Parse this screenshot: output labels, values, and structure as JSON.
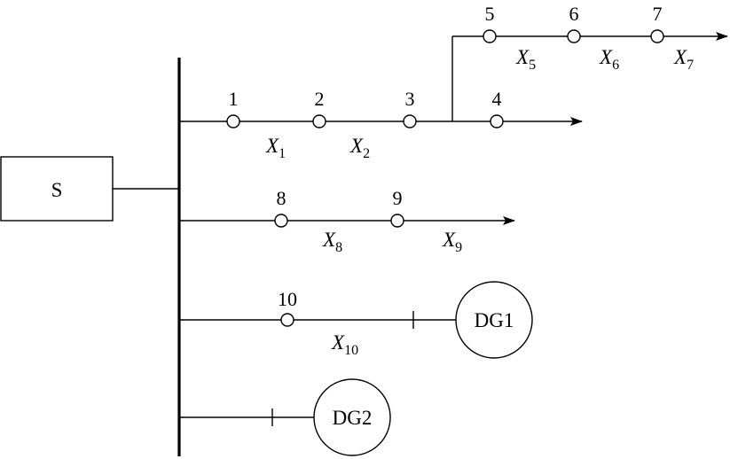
{
  "source_label": "S",
  "nodes": [
    "1",
    "2",
    "3",
    "4",
    "5",
    "6",
    "7",
    "8",
    "9",
    "10"
  ],
  "sections": {
    "x1": {
      "base": "X",
      "sub": "1"
    },
    "x2": {
      "base": "X",
      "sub": "2"
    },
    "x5": {
      "base": "X",
      "sub": "5"
    },
    "x6": {
      "base": "X",
      "sub": "6"
    },
    "x7": {
      "base": "X",
      "sub": "7"
    },
    "x8": {
      "base": "X",
      "sub": "8"
    },
    "x9": {
      "base": "X",
      "sub": "9"
    },
    "x10": {
      "base": "X",
      "sub": "10"
    }
  },
  "generators": {
    "dg1": "DG1",
    "dg2": "DG2"
  },
  "colors": {
    "line": "#000000",
    "background": "#ffffff"
  }
}
